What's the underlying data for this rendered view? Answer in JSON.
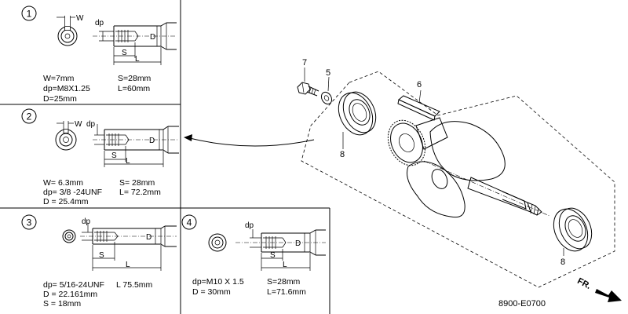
{
  "panels": [
    {
      "number": "1",
      "specs": [
        "W=7mm",
        "dp=M8X1.25",
        "D=25mm",
        "S=28mm",
        "L=60mm"
      ],
      "dim_labels": {
        "w": "W",
        "dp": "dp",
        "s": "S",
        "l": "L",
        "d": "D"
      }
    },
    {
      "number": "2",
      "specs": [
        "W= 6.3mm",
        "dp= 3/8 -24UNF",
        "D = 25.4mm",
        "S= 28mm",
        "L= 72.2mm"
      ],
      "dim_labels": {
        "w": "W",
        "dp": "dp",
        "s": "S",
        "l": "L",
        "d": "D"
      }
    },
    {
      "number": "3",
      "specs": [
        "dp= 5/16-24UNF",
        "D = 22.161mm",
        "S = 18mm",
        "L   75.5mm"
      ],
      "dim_labels": {
        "dp": "dp",
        "s": "S",
        "l": "L",
        "d": "D"
      }
    },
    {
      "number": "4",
      "specs": [
        "dp=M10 X 1.5",
        "D = 30mm",
        "S=28mm",
        "L=71.6mm"
      ],
      "dim_labels": {
        "dp": "dp",
        "s": "S",
        "l": "L",
        "d": "D"
      }
    }
  ],
  "callouts": {
    "bolt": "7",
    "washer": "5",
    "key": "6",
    "bearing_left": "8",
    "bearing_right": "8"
  },
  "direction_label": "FR.",
  "reference_code": "8900-E0700"
}
